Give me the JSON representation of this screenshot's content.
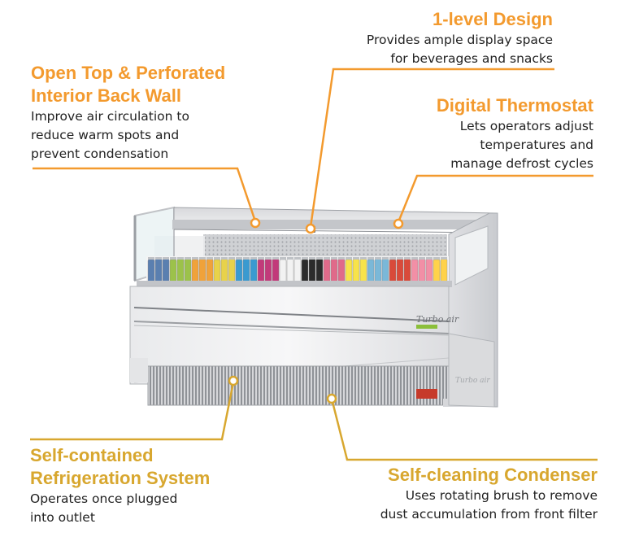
{
  "callouts": {
    "design": {
      "title": "1-level Design",
      "lines": [
        "Provides ample display space",
        "for beverages and snacks"
      ]
    },
    "open_top": {
      "title_lines": [
        "Open Top & Perforated",
        "Interior Back Wall"
      ],
      "lines": [
        "Improve air circulation to",
        "reduce warm spots and",
        "prevent condensation"
      ]
    },
    "thermostat": {
      "title": "Digital Thermostat",
      "lines": [
        "Lets operators adjust",
        "temperatures and",
        "manage defrost cycles"
      ]
    },
    "refrigeration": {
      "title_lines": [
        "Self-contained",
        "Refrigeration System"
      ],
      "lines": [
        "Operates once plugged",
        "into outlet"
      ]
    },
    "condenser": {
      "title": "Self-cleaning Condenser",
      "lines": [
        "Uses rotating brush to remove",
        "dust accumulation from front filter"
      ]
    }
  },
  "brand": {
    "name": "Turbo air"
  },
  "colors": {
    "accent_orange": "#F39A2E",
    "accent_gold": "#D8A72F"
  }
}
